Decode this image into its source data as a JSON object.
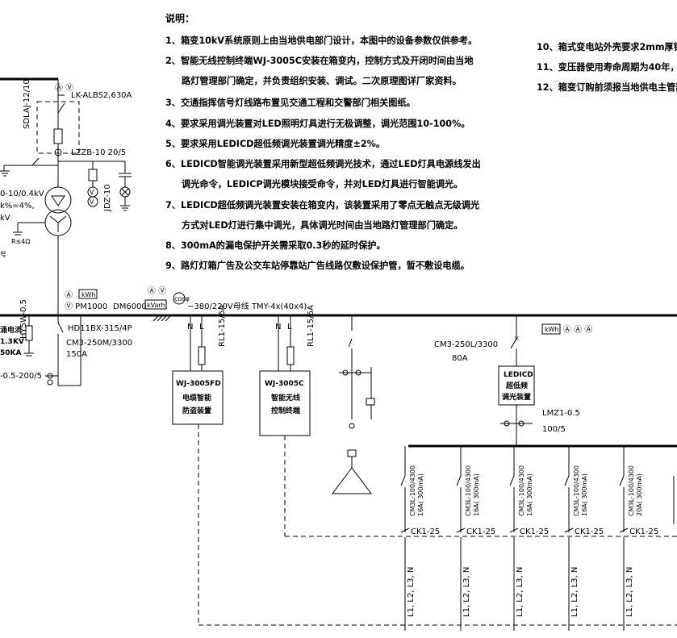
{
  "notes": {
    "title": "说明：",
    "items": [
      "1、箱变10kV系统原则上由当地供电部门设计，本图中的设备参数仅供参考。",
      "2、智能无线控制终端WJ-3005C安装在箱变内，控制方式及开闭时间由当地",
      "路灯管理部门确定，并负责组织安装、调试。二次原理图详厂家资料。",
      "3、交通指挥信号灯线路布置见交通工程和交警部门相关图纸。",
      "4、要求采用调光装置对LED照明灯具进行无极调整，调光范围10-100%。",
      "5、要求采用LEDICD超低频调光装置调光精度±2%。",
      "6、LEDICD智能调光装置采用新型超低频调光技术，通过LED灯具电源线发出",
      "调光命令，LEDICP调光模块接受命令，并对LED灯具进行智能调光。",
      "7、LEDICD超低频调光装置安装在箱变内，该装置采用了零点无触点无级调光",
      "方式对LED灯进行集中调光，具体调光时间由当地路灯管理部门确定。",
      "8、300mA的漏电保护开关需采取0.3秒的延时保护。",
      "9、路灯灯箱广告及公交车站停靠站广告线路仅敷设保护管，暂不敷设电缆。"
    ],
    "right_items": [
      "10、箱式变电站外壳要求2mm厚铝",
      "11、变压器使用寿命周期为40年，",
      "12、箱变订购前须报当地供电主管部"
    ]
  },
  "diagram": {
    "hv": {
      "meter_av": "Ⓐ Ⓥ",
      "switch": "LK-ALBS2,630A",
      "fuse": "SDLAJ-12/10",
      "ct": "LZZB-10 20/5",
      "pt": "JDZ-10",
      "transformer_1": "0-10/0.4kV",
      "transformer_2": "k%=4%,",
      "transformer_3": "kV",
      "ground_res": "R≤4Ω",
      "left_mark": "号"
    },
    "lv_incoming": {
      "meter_a": "Ⓐ",
      "kwh": "kWh",
      "pm": "Ⓥ PM1000",
      "dm": "DM6000",
      "varh": "kVarh",
      "av": "Ⓐ Ⓥ",
      "cos": "cosφ",
      "busbar": "~380/220V母线 TMY-4x(40x4)",
      "isolator": "HD11BX-315/4P",
      "breaker": "CM3-250M/3300",
      "breaker_rating": "150A",
      "surge_1": "涌电流",
      "surge_2": "1.3KV",
      "surge_3": "50KA",
      "surge": "HY5W-0.5",
      "ct_left": "-0.5-200/5"
    },
    "control": [
      {
        "n": "N",
        "l": "L",
        "fuse": "RL1-15/6A",
        "box_1": "WJ-3005FD",
        "box_2": "电缆智能",
        "box_3": "防盗装置"
      },
      {
        "n": "N",
        "l": "L",
        "fuse": "RL1-15/6A",
        "box_1": "WJ-3005C",
        "box_2": "智能无线",
        "box_3": "控制终端"
      }
    ],
    "dimming": {
      "meters_kwh": "kWh",
      "meters": "Ⓐ Ⓐ Ⓐ",
      "breaker": "CM3-250L/3300",
      "rating": "80A",
      "device_1": "LEDICD",
      "device_2": "超低频",
      "device_3": "调光装置",
      "ct": "LMZ1-0.5",
      "ct_ratio": "100/5"
    },
    "branches": [
      {
        "breaker": "CM3L-100/4300",
        "rating": "16A( 300mA)",
        "contactor": "CK1-25",
        "phases": "L1, L2, L3, N"
      },
      {
        "breaker": "CM3L-100/4300",
        "rating": "16A( 300mA)",
        "contactor": "CK1-25",
        "phases": "L1, L2, L3, N"
      },
      {
        "breaker": "CM3L-100/4300",
        "rating": "16A( 300mA)",
        "contactor": "CK1-25",
        "phases": "L1, L2, L3, N"
      },
      {
        "breaker": "CM3L-100/4300",
        "rating": "16A( 300mA)",
        "contactor": "CK1-25",
        "phases": "L1, L2, L3, N"
      },
      {
        "breaker": "CM3L-100/4300",
        "rating": "20A( 300mA)",
        "contactor": "CK1-25",
        "phases": "L1, L2, L3, N"
      }
    ]
  }
}
